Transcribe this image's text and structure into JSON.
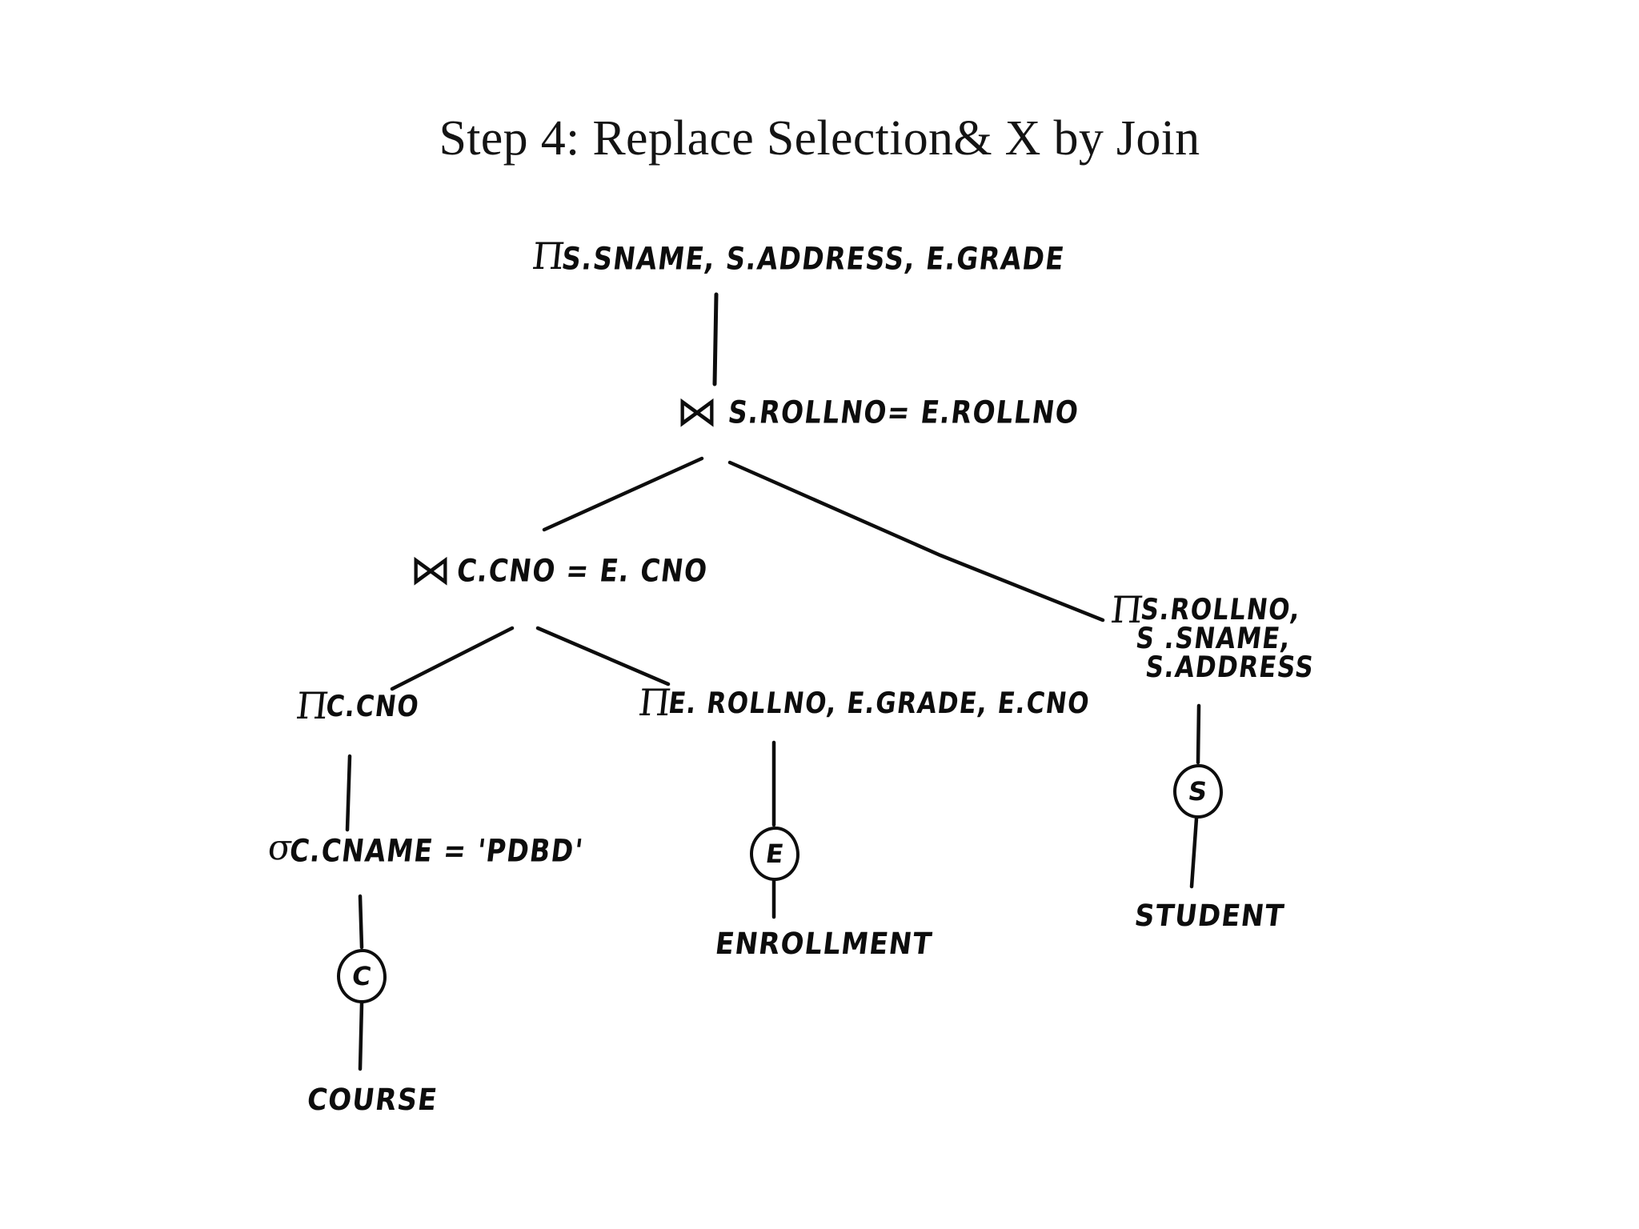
{
  "slide": {
    "title": "Step 4: Replace Selection& X by Join",
    "background_color": "#ffffff",
    "ink_color": "#0d0d0d"
  },
  "diagram": {
    "kind": "relational-algebra-query-tree",
    "symbols": {
      "projection": "Π",
      "selection": "σ",
      "join": "⋈"
    },
    "nodes": {
      "projection_root": {
        "operator": "projection",
        "symbol": "Π",
        "subscript": "S.SNAME, S.ADDRESS, E.GRADE"
      },
      "join_top": {
        "operator": "join",
        "symbol": "⋈",
        "condition": "S.ROLLNO= E.ROLLNO"
      },
      "join_mid": {
        "operator": "join",
        "symbol": "⋈",
        "condition": "C.CNO = E. CNO"
      },
      "projection_course": {
        "operator": "projection",
        "symbol": "Π",
        "subscript": "C.CNO"
      },
      "projection_enrollment": {
        "operator": "projection",
        "symbol": "Π",
        "subscript": "E. ROLLNO, E.GRADE, E.CNO"
      },
      "projection_student": {
        "operator": "projection",
        "symbol": "Π",
        "line1": "S.ROLLNO,",
        "line2": "S .SNAME,",
        "line3": "S.ADDRESS"
      },
      "selection_cname": {
        "operator": "selection",
        "symbol": "σ",
        "condition": "C.CNAME = 'PDBD'"
      }
    },
    "relations": [
      {
        "alias": "C",
        "name": "COURSE"
      },
      {
        "alias": "E",
        "name": "ENROLLMENT"
      },
      {
        "alias": "S",
        "name": "STUDENT"
      }
    ]
  }
}
